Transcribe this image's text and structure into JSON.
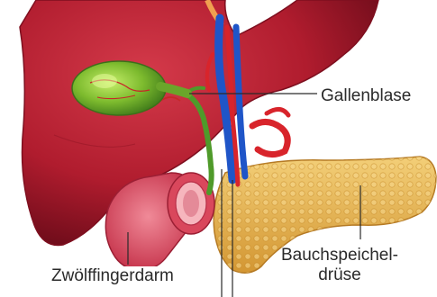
{
  "labels": {
    "gallbladder": "Gallenblase",
    "duodenum": "Zwölffingerdarm",
    "pancreas_line1": "Bauchspeichel-",
    "pancreas_line2": "drüse"
  },
  "colors": {
    "liver": "#b01c2e",
    "liver_dark": "#7e0f1f",
    "gallbladder": "#6fae2a",
    "pancreas": "#e7b04a",
    "duodenum": "#e0566a",
    "artery": "#d8242b",
    "vein": "#1f55c8",
    "bile_duct": "#4f9a2a",
    "background": "#ffffff"
  }
}
